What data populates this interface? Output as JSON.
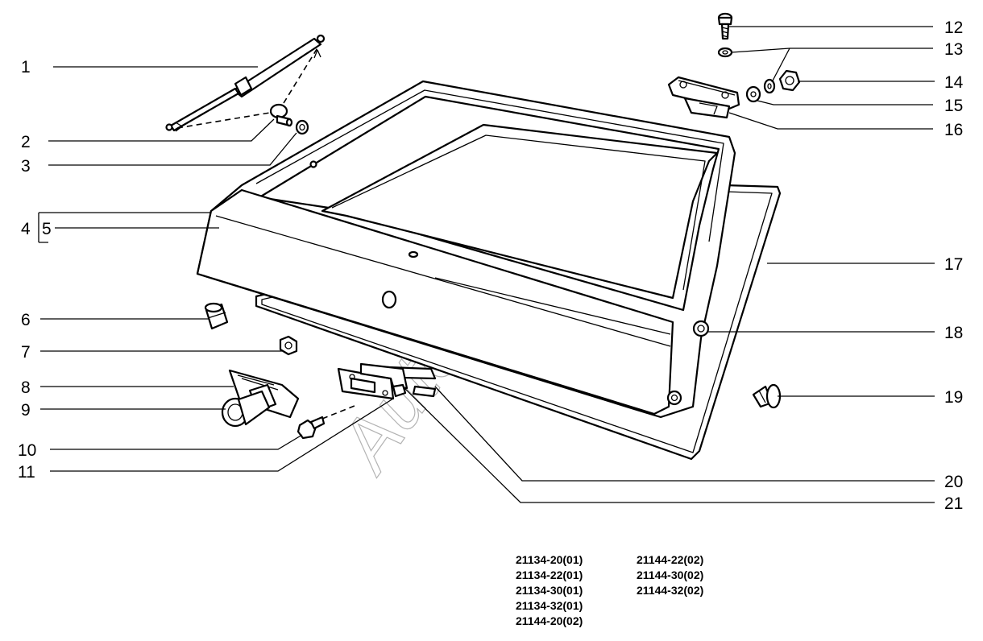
{
  "diagram": {
    "callouts": [
      "1",
      "2",
      "3",
      "4",
      "5",
      "6",
      "7",
      "8",
      "9",
      "10",
      "11",
      "12",
      "13",
      "14",
      "15",
      "16",
      "17",
      "18",
      "19",
      "20",
      "21"
    ],
    "watermark": "AutoSoft"
  },
  "models": {
    "column_1": [
      "21134-20(01)",
      "21134-22(01)",
      "21134-30(01)",
      "21134-32(01)",
      "21144-20(02)"
    ],
    "column_2": [
      "21144-22(02)",
      "21144-30(02)",
      "21144-32(02)"
    ]
  }
}
